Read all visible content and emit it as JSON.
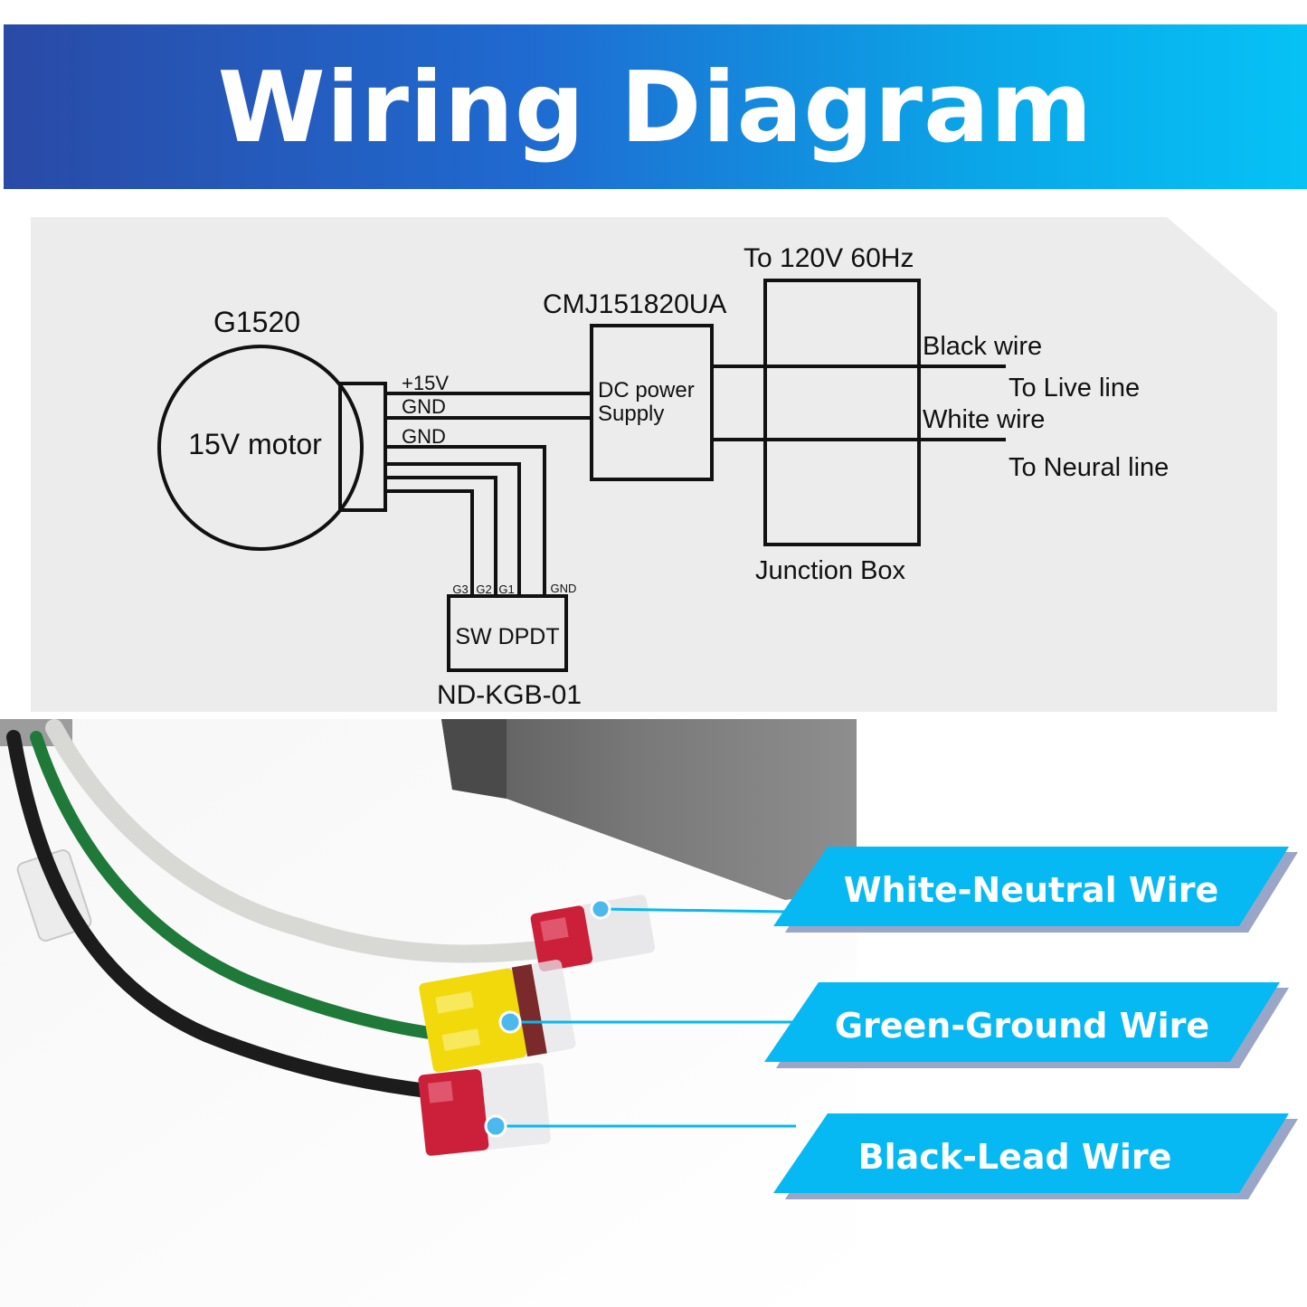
{
  "title": "Wiring Diagram",
  "diagram": {
    "motor_model": "G1520",
    "motor_label": "15V motor",
    "wire_plus15v": "+15V",
    "wire_gnd1": "GND",
    "wire_gnd2": "GND",
    "psu_model": "CMJ151820UA",
    "psu_line1": "DC power",
    "psu_line2": "Supply",
    "mains": "To 120V 60Hz",
    "black_wire": "Black wire",
    "live_line": "To Live line",
    "white_wire": "White wire",
    "neutral_line": "To Neural line",
    "junction_box": "Junction Box",
    "switch_pins": [
      "G3",
      "G2",
      "G1",
      "GND"
    ],
    "switch_label": "SW DPDT",
    "switch_model": "ND-KGB-01"
  },
  "callouts": [
    {
      "label": "White-Neutral Wire"
    },
    {
      "label": "Green-Ground Wire"
    },
    {
      "label": "Black-Lead Wire"
    }
  ],
  "colors": {
    "banner_start": "#2a4aa6",
    "banner_end": "#06c2f5",
    "callout": "#06b9f2",
    "callout_shadow": "#9aa6c8"
  }
}
